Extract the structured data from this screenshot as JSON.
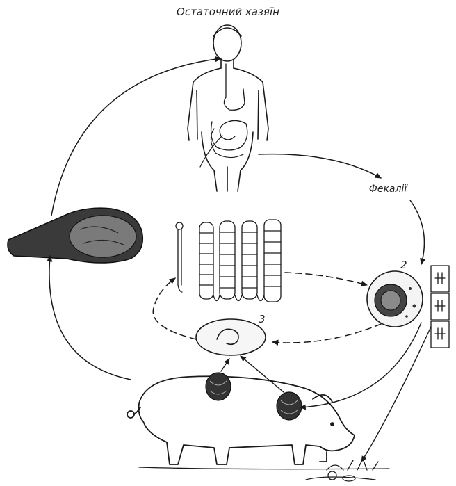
{
  "diagram": {
    "labels": {
      "final_host": "Остаточний хазяїн",
      "feces": "Фекалії",
      "stage_2": "2",
      "stage_3": "3"
    }
  }
}
